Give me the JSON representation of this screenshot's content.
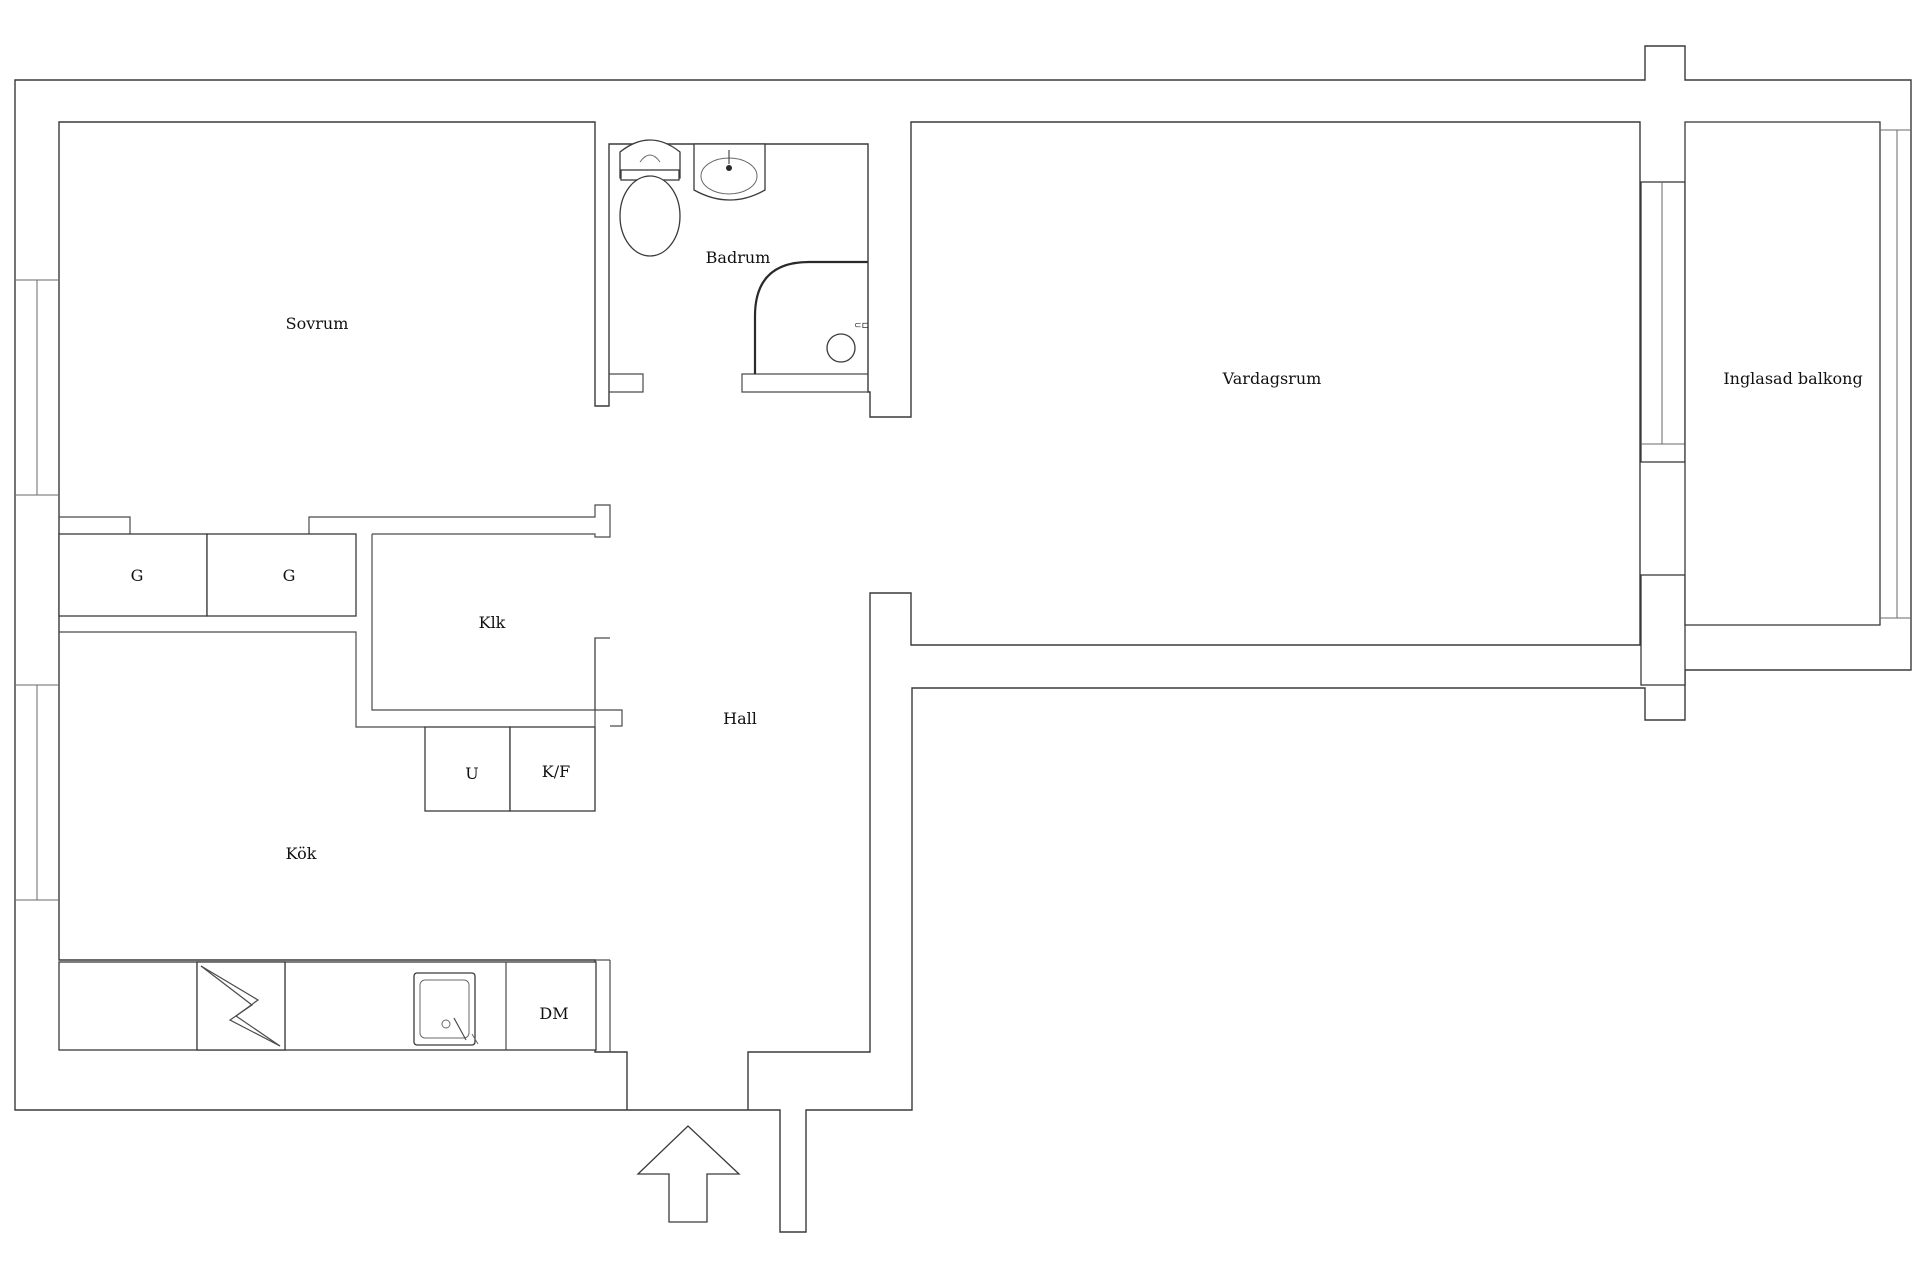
{
  "rooms": {
    "sovrum": "Sovrum",
    "badrum": "Badrum",
    "vardagsrum": "Vardagsrum",
    "balkong": "Inglasad balkong",
    "klk": "Klk",
    "hall": "Hall",
    "kok": "Kök"
  },
  "fixtures": {
    "garderob_1": "G",
    "garderob_2": "G",
    "ugn": "U",
    "kyl_frys": "K/F",
    "diskmaskin": "DM"
  },
  "icons": [
    "entrance-arrow-icon",
    "toilet-icon",
    "washbasin-icon",
    "shower-icon",
    "stove-icon",
    "sink-icon"
  ]
}
